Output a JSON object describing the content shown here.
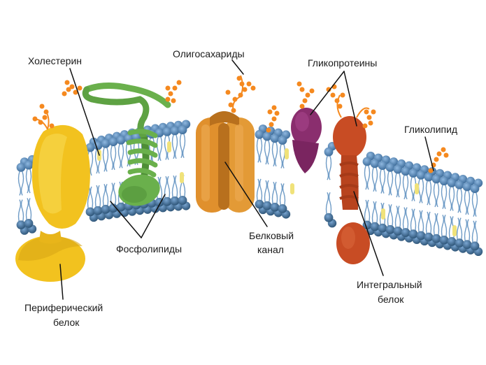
{
  "labels": {
    "cholesterol": "Холестерин",
    "oligosaccharides": "Олигосахариды",
    "glycoproteins": "Гликопротеины",
    "glycolipid": "Гликолипид",
    "phospholipids": "Фосфолипиды",
    "protein_channel_1": "Белковый",
    "protein_channel_2": "канал",
    "integral_protein_1": "Интегральный",
    "integral_protein_2": "белок",
    "peripheral_protein_1": "Периферический",
    "peripheral_protein_2": "белок"
  },
  "colors": {
    "head_top": "#5b8fc4",
    "head_top_dark": "#3f6e9c",
    "head_bottom": "#4f80b0",
    "head_bottom_dark": "#355f86",
    "tail": "#6e9bc6",
    "membrane_core": "#ffffff",
    "peripheral_protein": "#f2c21f",
    "peripheral_protein_dark": "#d9a715",
    "green_protein": "#6ab04c",
    "green_protein_dark": "#4e8e36",
    "channel": "#e0902d",
    "channel_dark": "#b8701d",
    "purple_protein": "#8a2e6e",
    "integral_protein": "#c84c24",
    "integral_protein_dark": "#a63a18",
    "sugar": "#f5891f",
    "cholesterol": "#f0e27a",
    "text": "#1a1a1a"
  }
}
